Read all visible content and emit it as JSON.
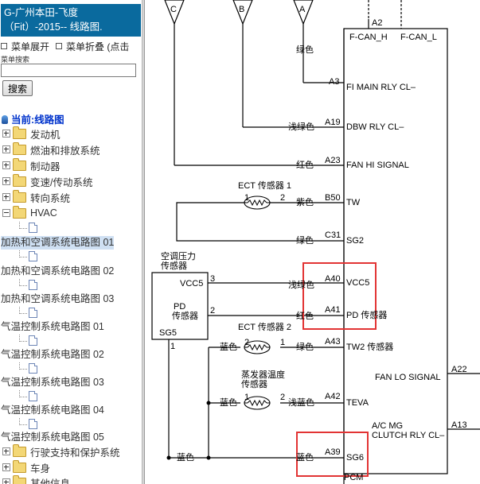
{
  "sidebar": {
    "title_line1": "G-广州本田-飞度",
    "title_line2": "（Fit）-2015-- 线路图.",
    "menu_expand": "菜单展开",
    "menu_collapse": "菜单折叠 (点击",
    "search_label": "菜单搜索",
    "search_value": "",
    "search_button": "搜索",
    "current": "当前:线路图",
    "folders_top": [
      "发动机",
      "燃油和排放系统",
      "制动器",
      "变速/传动系统",
      "转向系统"
    ],
    "hvac": "HVAC",
    "leaves": [
      "加热和空调系统电路图 01",
      "加热和空调系统电路图 02",
      "加热和空调系统电路图 03",
      "气温控制系统电路图 01",
      "气温控制系统电路图 02",
      "气温控制系统电路图 03",
      "气温控制系统电路图 04",
      "气温控制系统电路图 05"
    ],
    "folders_bottom": [
      "行驶支持和保护系统",
      "车身",
      "其他信息"
    ]
  },
  "diagram": {
    "connectors_top": [
      "C",
      "B",
      "A"
    ],
    "pcm_top_pins": [
      "A2"
    ],
    "fcan_h": "F-CAN_H",
    "fcan_l": "F-CAN_L",
    "rows": [
      {
        "wire": "绿色",
        "pin": "A3",
        "signal": "FI MAIN RLY CL–"
      },
      {
        "wire": "浅绿色",
        "pin": "A19",
        "signal": "DBW RLY CL–"
      },
      {
        "wire": "红色",
        "pin": "A23",
        "signal": "FAN HI SIGNAL"
      },
      {
        "wire": "紫色",
        "pin": "B50",
        "signal": "TW"
      },
      {
        "wire": "绿色",
        "pin": "C31",
        "signal": "SG2"
      },
      {
        "wire": "浅绿色",
        "pin": "A40",
        "signal": "VCC5"
      },
      {
        "wire": "红色",
        "pin": "A41",
        "signal": "PD 传感器"
      },
      {
        "wire": "绿色",
        "pin": "A43",
        "signal": "TW2 传感器"
      },
      {
        "wire": "浅蓝色",
        "pin": "A42",
        "signal": "TEVA"
      },
      {
        "wire": "蓝色",
        "pin": "A39",
        "signal": "SG6"
      }
    ],
    "ect1": "ECT 传感器 1",
    "ect2": "ECT 传感器 2",
    "evap_line1": "蒸发器温度",
    "evap_line2": "传感器",
    "sensor_pin1": "1",
    "sensor_pin2": "2",
    "pressure_line1": "空调压力",
    "pressure_line2": "传感器",
    "ps_vcc5": "VCC5",
    "ps_pd_line1": "PD",
    "ps_pd_line2": "传感器",
    "ps_sg5": "SG5",
    "ps_pin3": "3",
    "ps_pin2": "2",
    "ps_pin1": "1",
    "blue": "蓝色",
    "fan_lo": "FAN LO SIGNAL",
    "a22": "A22",
    "a13": "A13",
    "acmg_line1": "A/C MG",
    "acmg_line2": "CLUTCH RLY CL–",
    "pcm": "PCM"
  }
}
